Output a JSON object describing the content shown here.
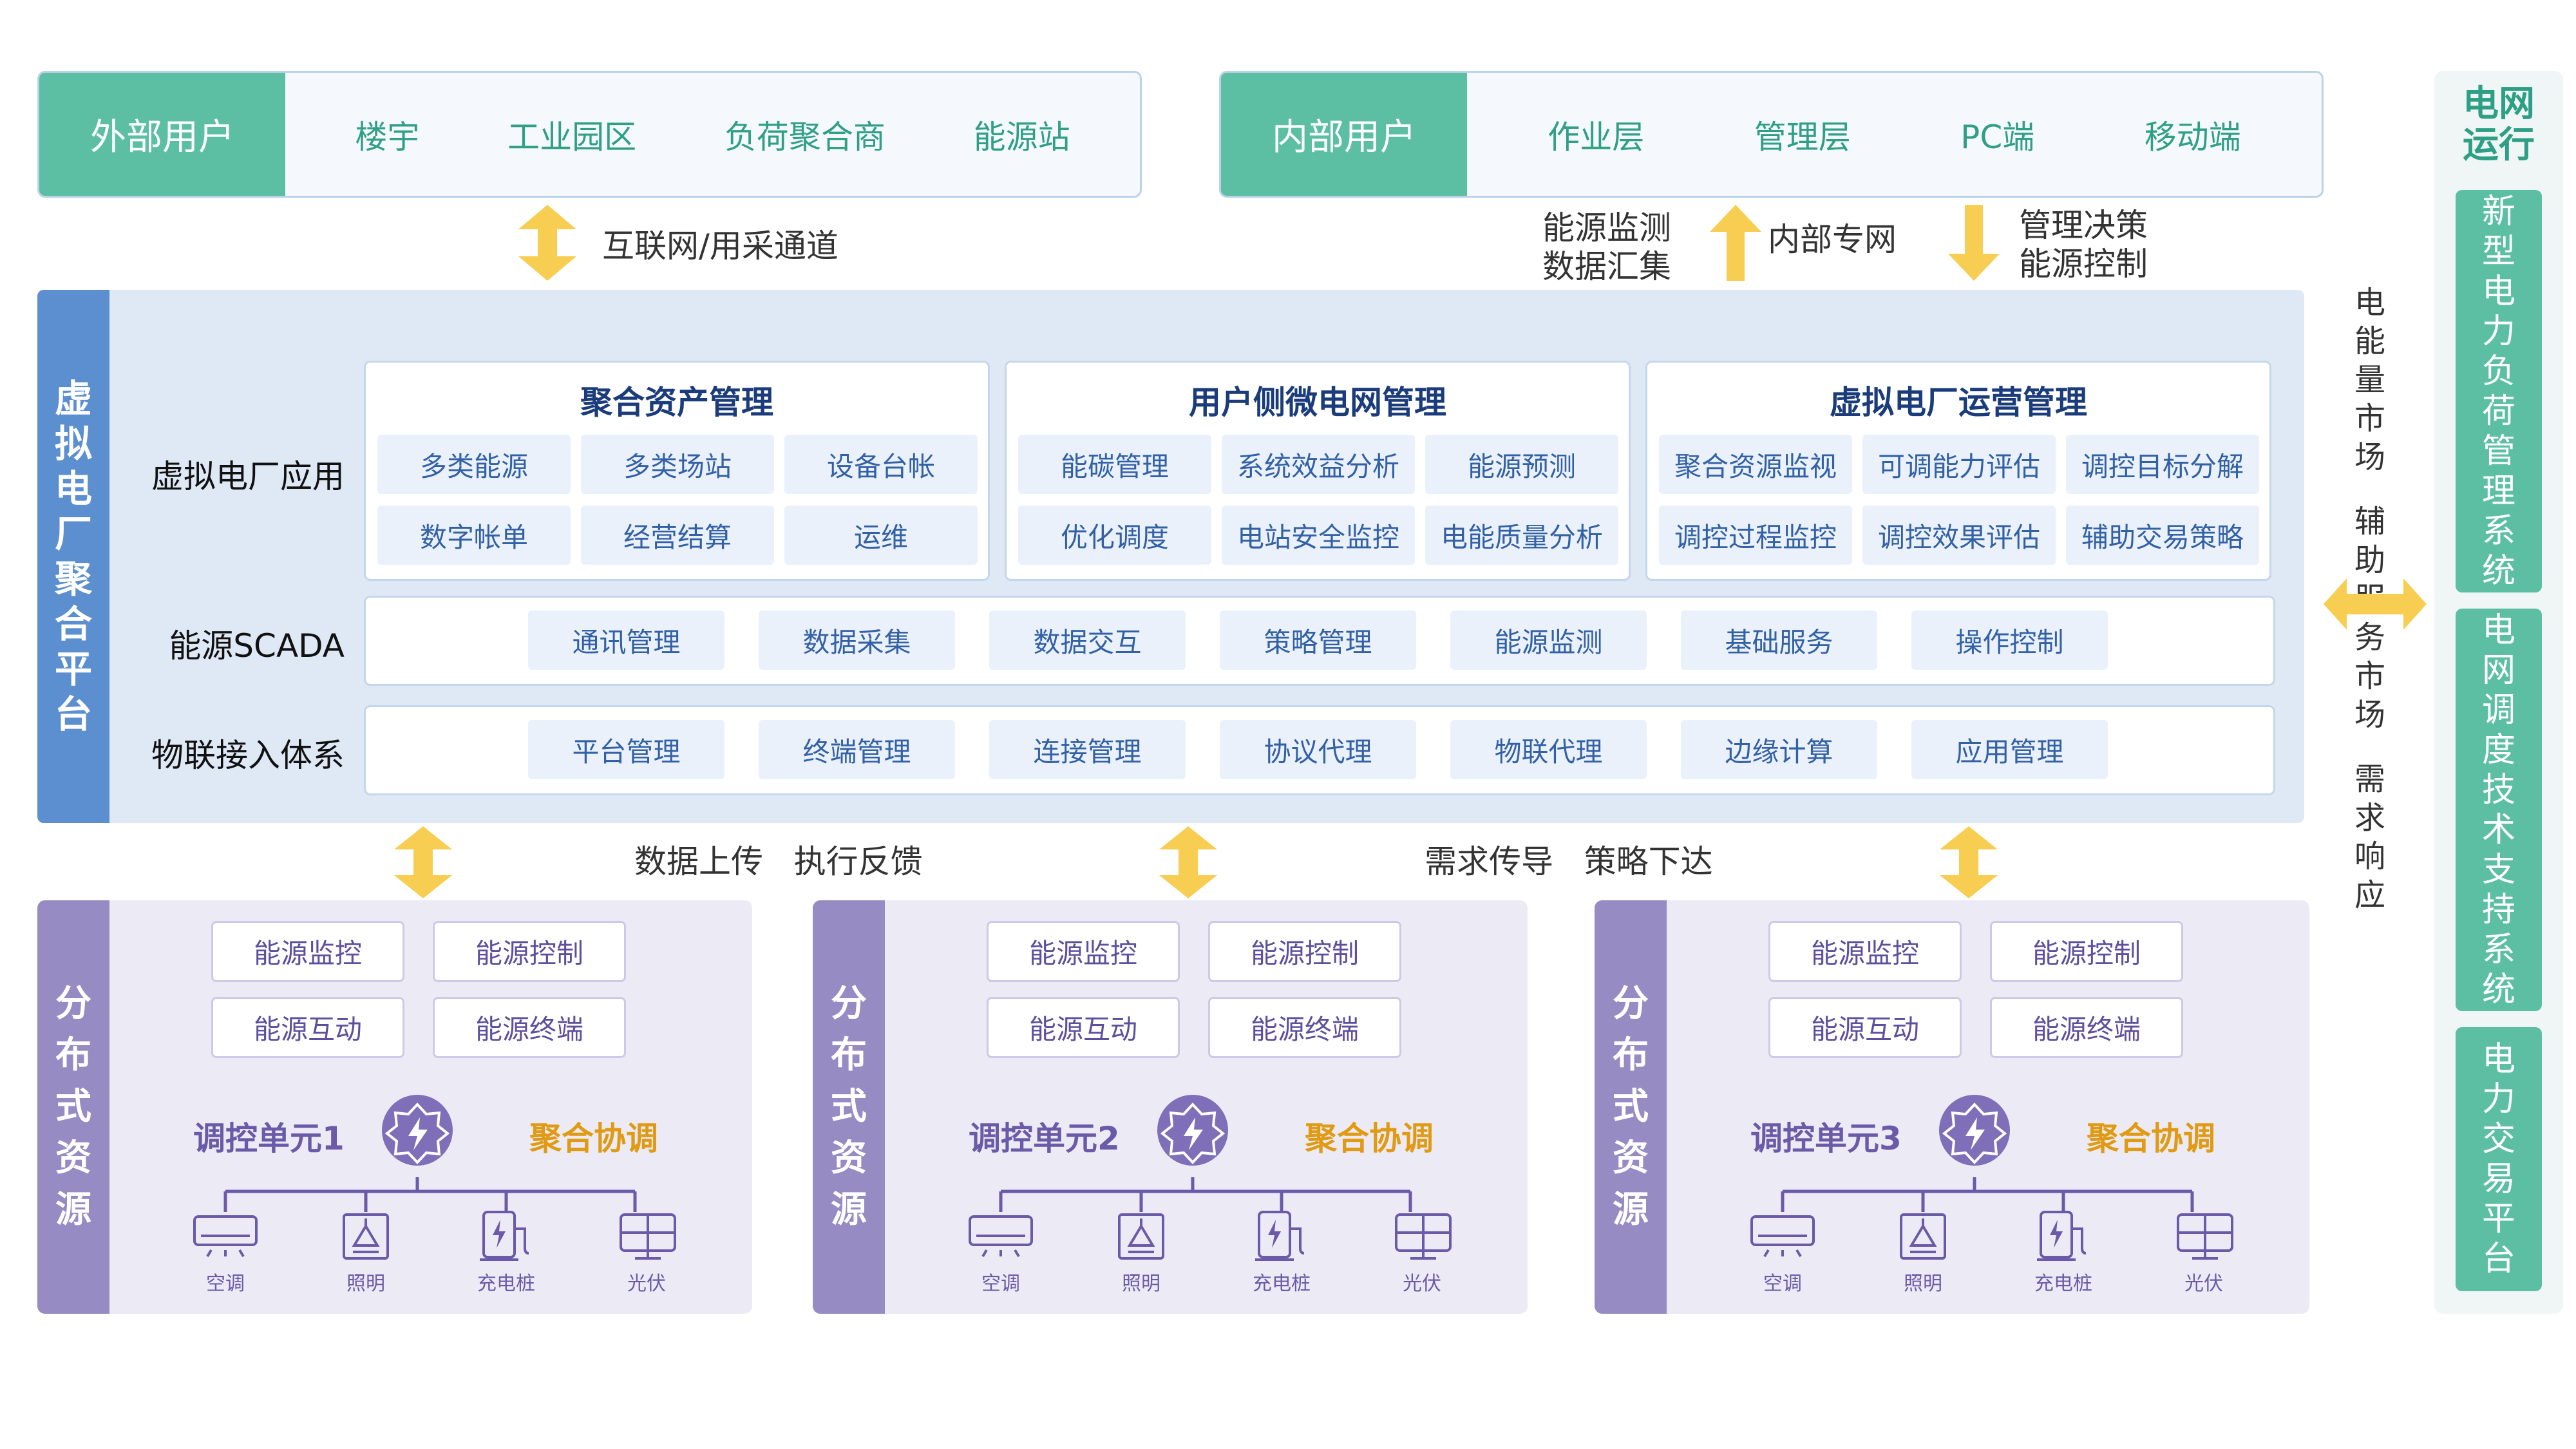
{
  "external_users": {
    "label": "外部用户",
    "items": [
      "楼宇",
      "工业园区",
      "负荷聚合商",
      "能源站"
    ]
  },
  "internal_users": {
    "label": "内部用户",
    "items": [
      "作业层",
      "管理层",
      "PC端",
      "移动端"
    ]
  },
  "channel_internet": "互联网/用采通道",
  "internal_flows": {
    "up_label_1": "能源监测",
    "up_label_2": "数据汇集",
    "network": "内部专网",
    "down_label_1": "管理决策",
    "down_label_2": "能源控制"
  },
  "platform": {
    "side_title": [
      "虚",
      "拟",
      "电",
      "厂",
      "聚",
      "合",
      "平",
      "台"
    ],
    "vpp_app_label": "虚拟电厂应用",
    "cards": [
      {
        "title": "聚合资产管理",
        "items": [
          "多类能源",
          "多类场站",
          "设备台帐",
          "数字帐单",
          "经营结算",
          "运维"
        ]
      },
      {
        "title": "用户侧微电网管理",
        "items": [
          "能碳管理",
          "系统效益分析",
          "能源预测",
          "优化调度",
          "电站安全监控",
          "电能质量分析"
        ]
      },
      {
        "title": "虚拟电厂运营管理",
        "items": [
          "聚合资源监视",
          "可调能力评估",
          "调控目标分解",
          "调控过程监控",
          "调控效果评估",
          "辅助交易策略"
        ]
      }
    ],
    "scada": {
      "label": "能源SCADA",
      "items": [
        "通讯管理",
        "数据采集",
        "数据交互",
        "策略管理",
        "能源监测",
        "基础服务",
        "操作控制"
      ]
    },
    "iot": {
      "label": "物联接入体系",
      "items": [
        "平台管理",
        "终端管理",
        "连接管理",
        "协议代理",
        "物联代理",
        "边缘计算",
        "应用管理"
      ]
    }
  },
  "middle_labels": {
    "left": "数据上传   执行反馈",
    "right": "需求传导   策略下达"
  },
  "resources": [
    {
      "side": [
        "分",
        "布",
        "式",
        "资",
        "源"
      ],
      "chips": [
        "能源监控",
        "能源控制",
        "能源互动",
        "能源终端"
      ],
      "unit": "调控单元1",
      "coord": "聚合协调",
      "devices": [
        "空调",
        "照明",
        "充电桩",
        "光伏"
      ]
    },
    {
      "side": [
        "分",
        "布",
        "式",
        "资",
        "源"
      ],
      "chips": [
        "能源监控",
        "能源控制",
        "能源互动",
        "能源终端"
      ],
      "unit": "调控单元2",
      "coord": "聚合协调",
      "devices": [
        "空调",
        "照明",
        "充电桩",
        "光伏"
      ]
    },
    {
      "side": [
        "分",
        "布",
        "式",
        "资",
        "源"
      ],
      "chips": [
        "能源监控",
        "能源控制",
        "能源互动",
        "能源终端"
      ],
      "unit": "调控单元3",
      "coord": "聚合协调",
      "devices": [
        "空调",
        "照明",
        "充电桩",
        "光伏"
      ]
    }
  ],
  "markets": {
    "col1": [
      "电",
      "能",
      "量",
      "市",
      "场",
      "",
      "辅",
      "助",
      "服",
      "务",
      "市",
      "场",
      "",
      "需",
      "求",
      "响",
      "应"
    ]
  },
  "grid": {
    "title": [
      "电网",
      "运行"
    ],
    "systems": [
      [
        "新",
        "型",
        "电",
        "力",
        "负",
        "荷",
        "管",
        "理",
        "系",
        "统"
      ],
      [
        "电",
        "网",
        "调",
        "度",
        "技",
        "术",
        "支",
        "持",
        "系",
        "统"
      ],
      [
        "电",
        "力",
        "交",
        "易",
        "平",
        "台"
      ]
    ]
  },
  "colors": {
    "green": "#5cbfa3",
    "blue": "#5b8fcf",
    "purple": "#968bc3",
    "arrow": "#f7cd52",
    "orange": "#e09a14"
  }
}
